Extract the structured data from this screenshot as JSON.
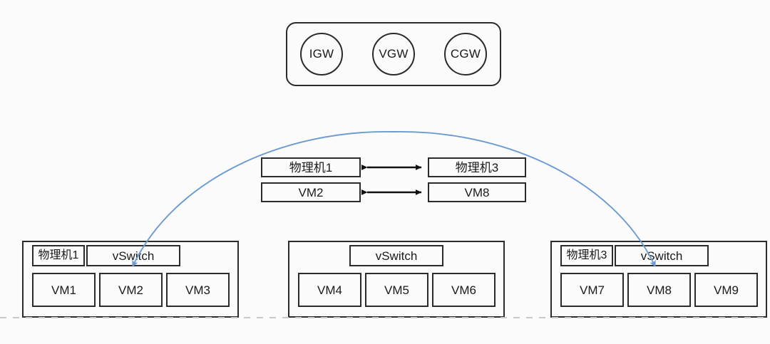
{
  "diagram": {
    "background_color": "#fbfbfb",
    "stroke_color": "#2b2b2b",
    "accent_color": "#6b9bd2",
    "dashed_color": "#c8c8c8"
  },
  "gateway_group": {
    "name": "gateway-container",
    "items": [
      {
        "label": "IGW"
      },
      {
        "label": "VGW"
      },
      {
        "label": "CGW"
      }
    ]
  },
  "mapping_rows": [
    {
      "left": "物理机1",
      "right": "物理机3",
      "arrow": "bidirectional"
    },
    {
      "left": "VM2",
      "right": "VM8",
      "arrow": "bidirectional"
    }
  ],
  "hosts": [
    {
      "tag": "物理机1",
      "has_tag": true,
      "switch": "vSwitch",
      "vms": [
        "VM1",
        "VM2",
        "VM3"
      ]
    },
    {
      "tag": "",
      "has_tag": false,
      "switch": "vSwitch",
      "vms": [
        "VM4",
        "VM5",
        "VM6"
      ]
    },
    {
      "tag": "物理机3",
      "has_tag": true,
      "switch": "vSwitch",
      "vms": [
        "VM7",
        "VM8",
        "VM9"
      ]
    }
  ],
  "tunnel": {
    "name": "vm2-to-vm8-tunnel",
    "from": "VM2",
    "to": "VM8",
    "color": "#6b9bd2",
    "style": "curved-arrow"
  },
  "baseline": {
    "name": "underlay-dashed-line",
    "style": "dashed"
  }
}
